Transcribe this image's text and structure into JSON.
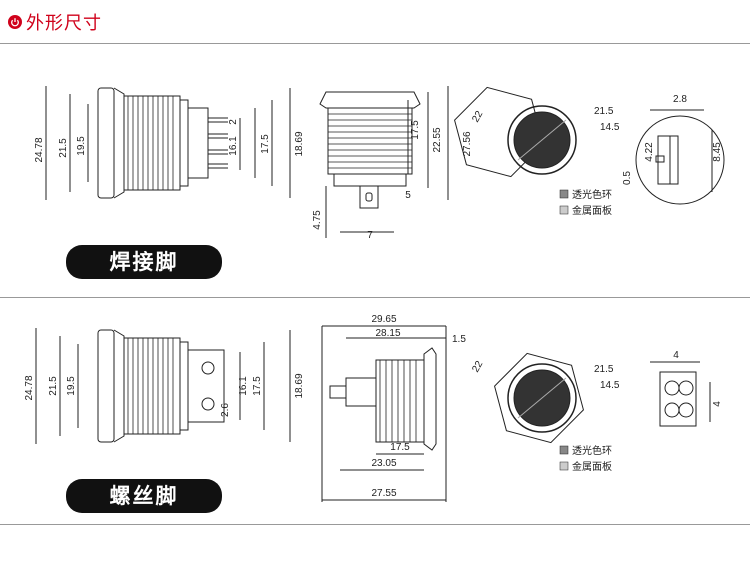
{
  "header": {
    "title": "外形尺寸",
    "accent": "#d0021b"
  },
  "sections": [
    {
      "label": "焊接脚",
      "side_dims": [
        "24.78",
        "21.5",
        "19.5",
        "2",
        "16.1",
        "17.5",
        "18.69"
      ],
      "front_dims": [
        "17.5",
        "22.55",
        "27.56",
        "5",
        "4.75",
        "7"
      ],
      "top_dims": [
        "22",
        "21.5",
        "14.5"
      ],
      "legend": [
        "透光色环",
        "金属面板"
      ],
      "detail_dims": [
        "2.8",
        "4.22",
        "8.45",
        "0.5"
      ]
    },
    {
      "label": "螺丝脚",
      "side_dims": [
        "24.78",
        "21.5",
        "19.5",
        "2.6",
        "16.1",
        "17.5",
        "18.69"
      ],
      "front_dims": [
        "29.65",
        "28.15",
        "1.5",
        "17.5",
        "23.05",
        "27.55"
      ],
      "top_dims": [
        "22",
        "21.5",
        "14.5"
      ],
      "legend": [
        "透光色环",
        "金属面板"
      ],
      "detail_dims": [
        "4",
        "4"
      ]
    }
  ]
}
